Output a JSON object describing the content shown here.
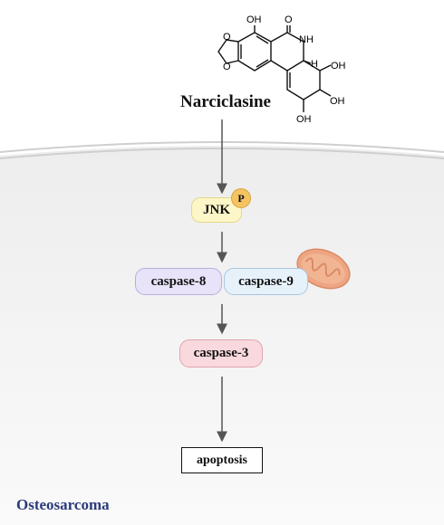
{
  "drug": {
    "name": "Narciclasine",
    "structure_labels": {
      "oh_top": "OH",
      "carbonyl_o": "O",
      "nh": "NH",
      "h": "H",
      "oh_right": "OH",
      "oh_mid": "OH",
      "oh_bottom": "OH"
    }
  },
  "pathway": {
    "jnk": "JNK",
    "phospho": "P",
    "caspase8": "caspase-8",
    "caspase9": "caspase-9",
    "caspase3": "caspase-3",
    "outcome": "apoptosis"
  },
  "tissue_label": "Osteosarcoma",
  "colors": {
    "cell_fill": "#f2f2f2",
    "membrane": "#c8c8c8",
    "arrow": "#555555",
    "mitochondrion": "#eea582",
    "tissue_text": "#2b3a7a"
  }
}
